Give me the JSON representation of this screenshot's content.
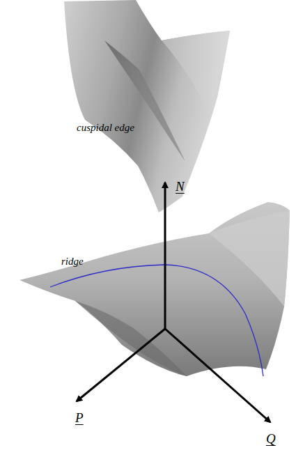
{
  "diagram": {
    "labels": [
      "cuspidal edge",
      "N",
      "ridge",
      "P",
      "Q"
    ]
  }
}
